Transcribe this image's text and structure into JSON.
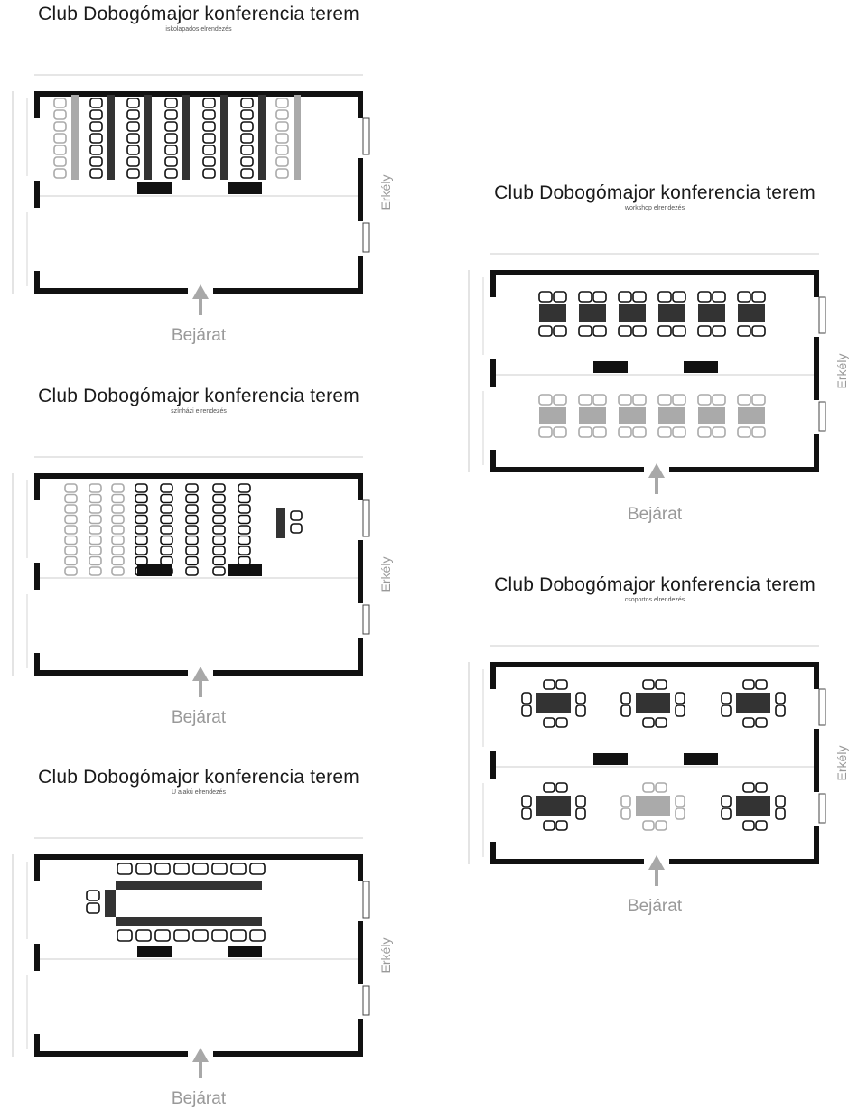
{
  "layouts": [
    {
      "id": "iskolapados",
      "title": "Club Dobogómajor konferencia terem",
      "subtitle": "iskolapados elrendezés",
      "entrance": "Bejárat",
      "balcony": "Erkély"
    },
    {
      "id": "szinhazi",
      "title": "Club Dobogómajor konferencia terem",
      "subtitle": "színházi elrendezés",
      "entrance": "Bejárat",
      "balcony": "Erkély"
    },
    {
      "id": "u-alaku",
      "title": "Club Dobogómajor konferencia terem",
      "subtitle": "U alakú elrendezés",
      "entrance": "Bejárat",
      "balcony": "Erkély"
    },
    {
      "id": "workshop",
      "title": "Club Dobogómajor konferencia terem",
      "subtitle": "workshop elrendezés",
      "entrance": "Bejárat",
      "balcony": "Erkély"
    },
    {
      "id": "csoportos",
      "title": "Club Dobogómajor konferencia terem",
      "subtitle": "csoportos elrendezés",
      "entrance": "Bejárat",
      "balcony": "Erkély"
    }
  ],
  "colors": {
    "wall": "#111111",
    "furniture": "#333333",
    "light": "#aaaaaa",
    "dim": "#999999",
    "arrow": "#a8a8a8"
  }
}
